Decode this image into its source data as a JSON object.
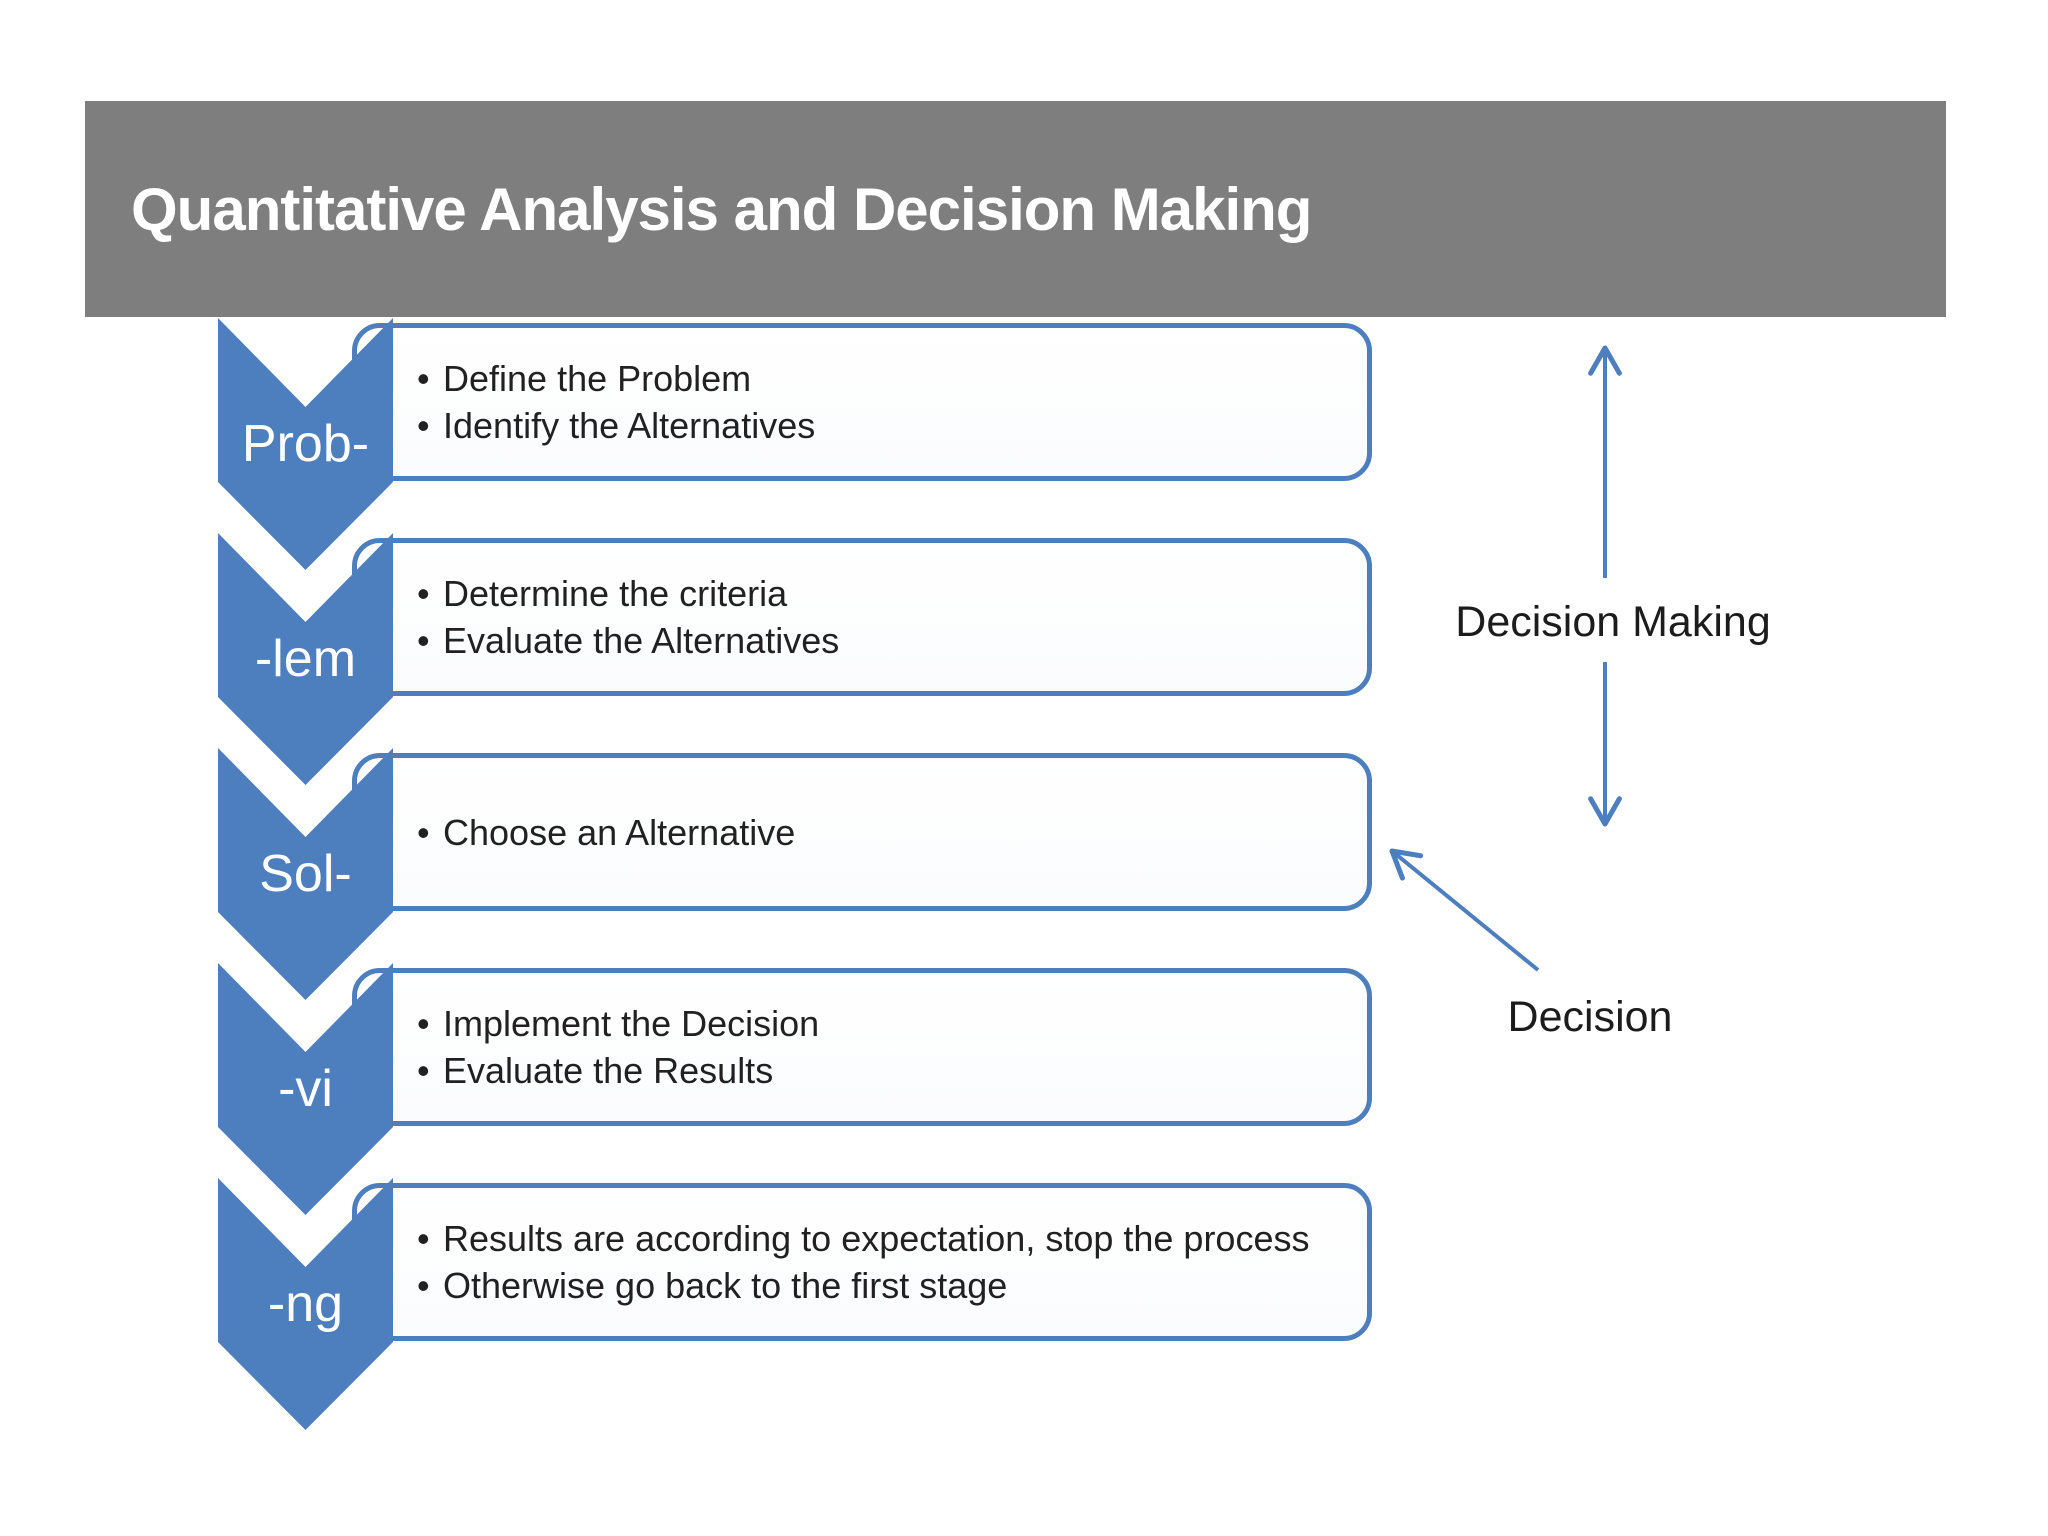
{
  "slide": {
    "title": "Quantitative Analysis and Decision Making",
    "colors": {
      "header_bg": "#7e7e7e",
      "title_text": "#ffffff",
      "accent_blue": "#4d7ebe",
      "box_fill": "#fcfdfe",
      "body_text": "#212121",
      "background": "#ffffff"
    },
    "stages": [
      {
        "label": "Prob-",
        "bullets": [
          "Define the Problem",
          "Identify the Alternatives"
        ]
      },
      {
        "label": "-lem",
        "bullets": [
          "Determine the criteria",
          "Evaluate the Alternatives"
        ]
      },
      {
        "label": "Sol-",
        "bullets": [
          "Choose an Alternative"
        ]
      },
      {
        "label": "-vi",
        "bullets": [
          "Implement the Decision",
          "Evaluate the Results"
        ]
      },
      {
        "label": "-ng",
        "bullets": [
          "Results are according to expectation, stop the process",
          "Otherwise go back to the first stage"
        ]
      }
    ],
    "annotations": {
      "decision_making_label": "Decision Making",
      "decision_label": "Decision"
    }
  }
}
